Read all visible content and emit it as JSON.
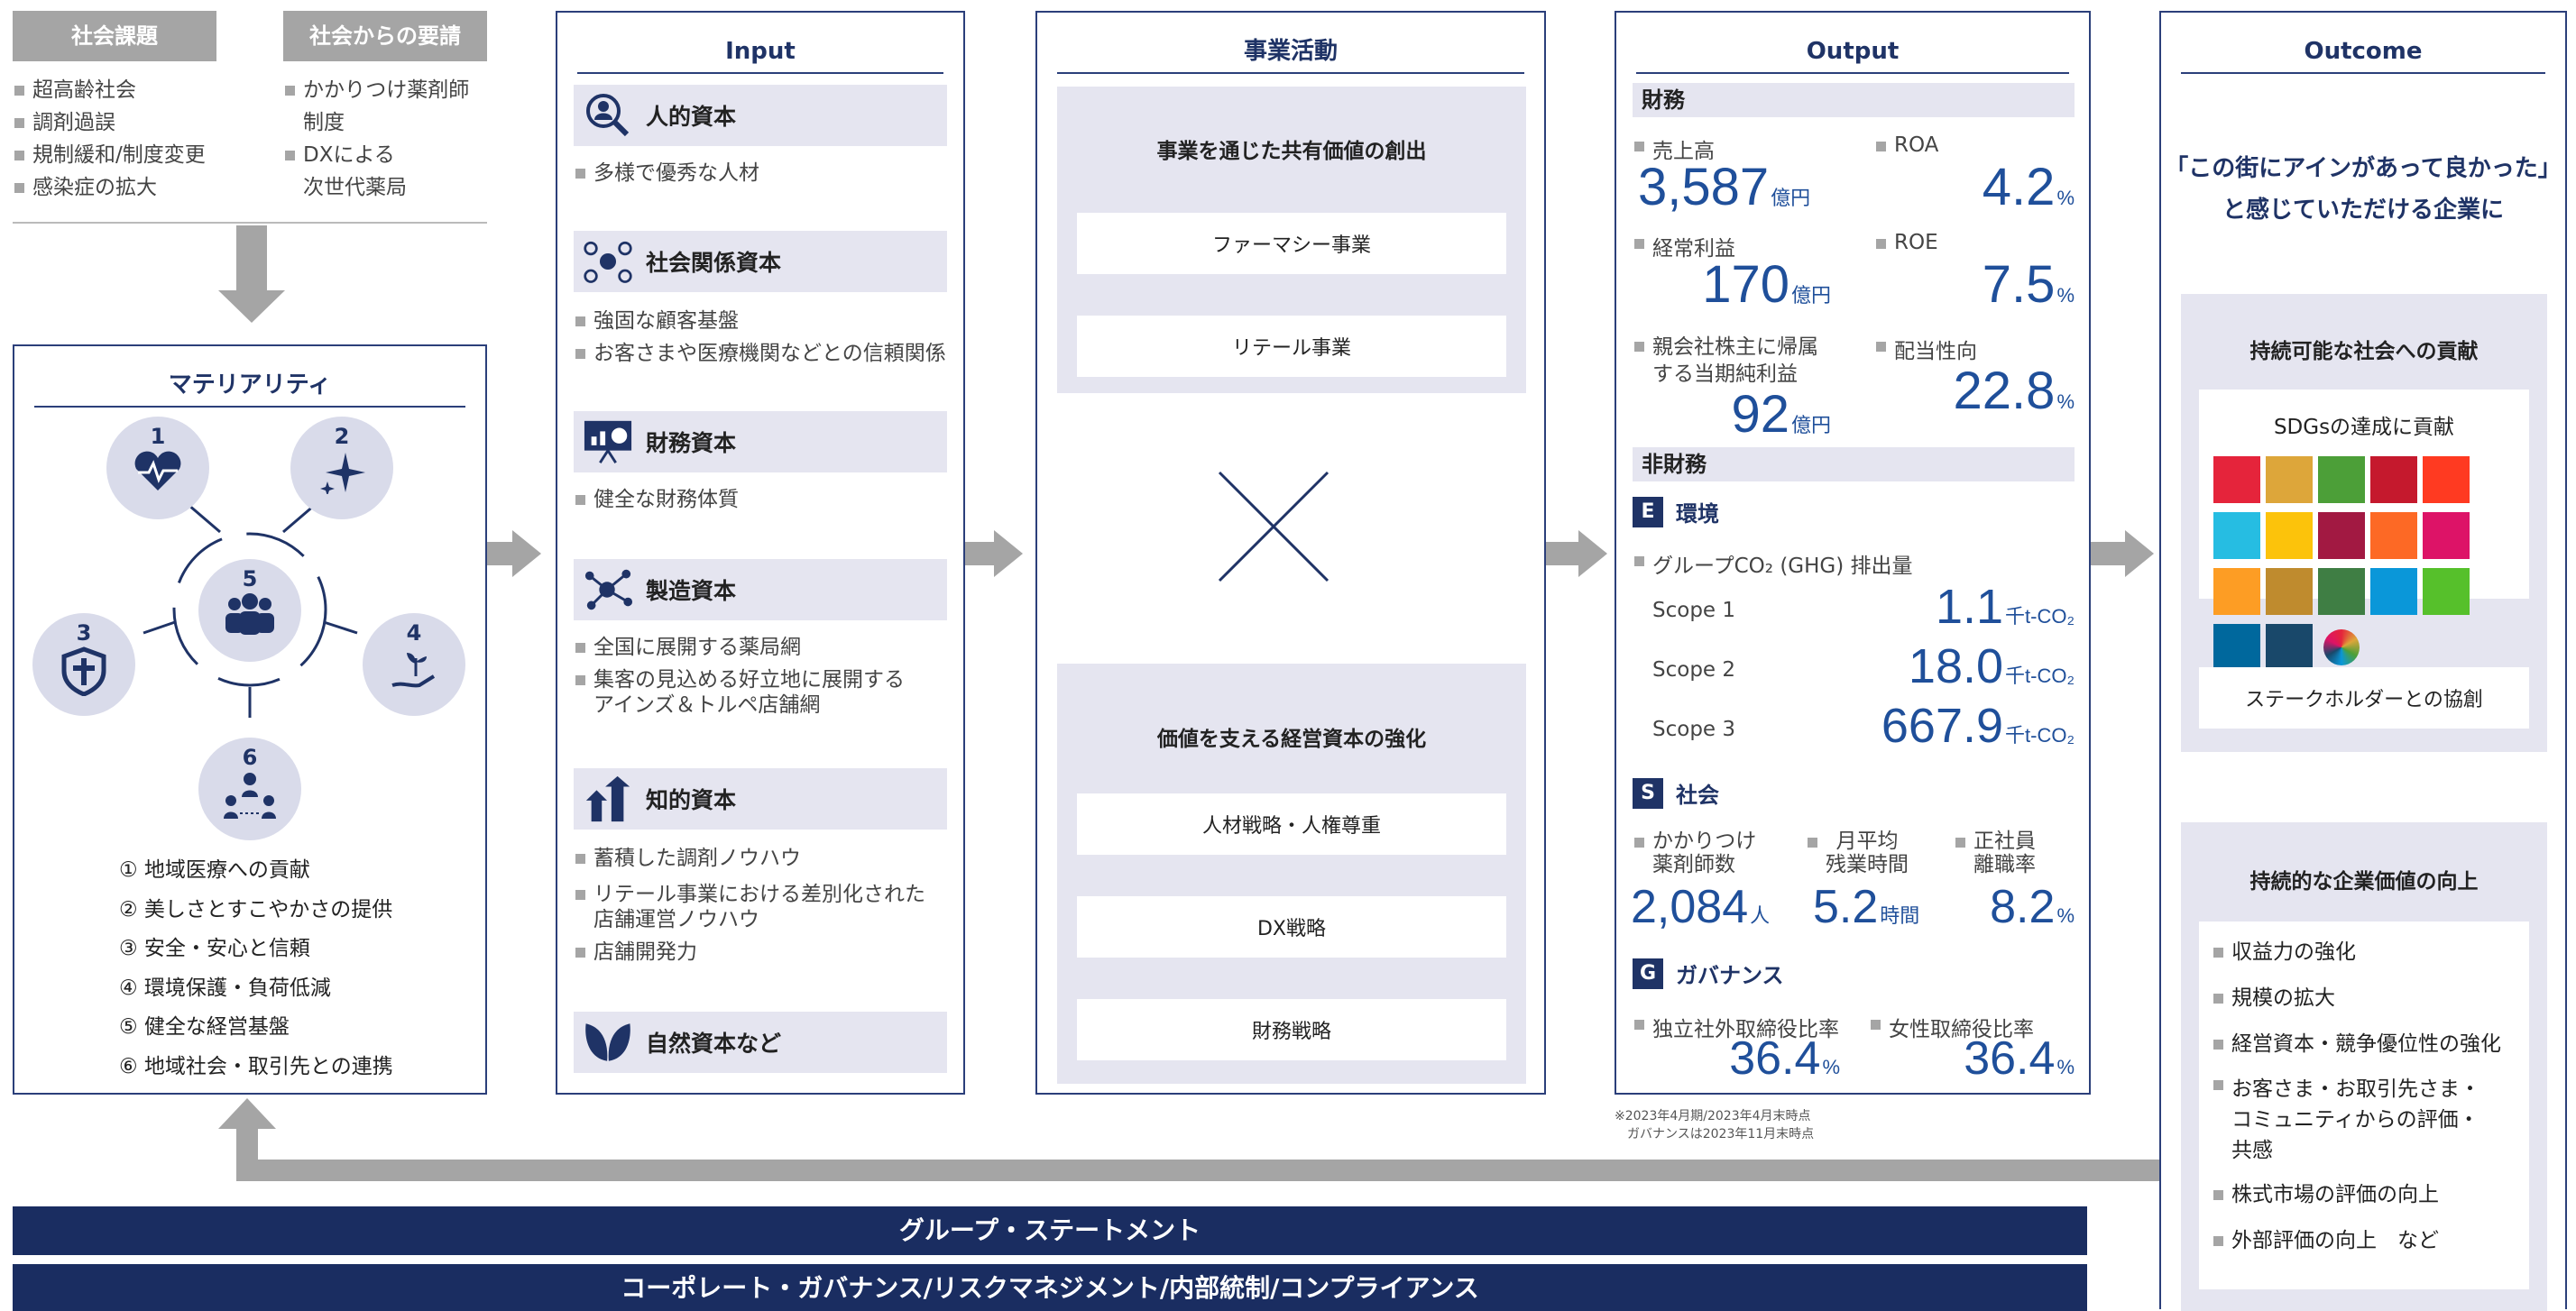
{
  "left": {
    "tab1": "社会課題",
    "tab2": "社会からの要請",
    "issues": [
      "超高齢社会",
      "調剤過誤",
      "規制緩和/制度変更",
      "感染症の拡大"
    ],
    "requests": [
      "かかりつけ薬剤師",
      "制度",
      "DXによる",
      "次世代薬局"
    ],
    "materiality_title": "マテリアリティ",
    "circle_numbers": [
      "1",
      "2",
      "3",
      "4",
      "5",
      "6"
    ],
    "items": [
      "① 地域医療への貢献",
      "② 美しさとすこやかさの提供",
      "③ 安全・安心と信頼",
      "④ 環境保護・負荷低減",
      "⑤ 健全な経営基盤",
      "⑥ 地域社会・取引先との連携"
    ]
  },
  "input": {
    "title": "Input",
    "capitals": [
      {
        "name": "人的資本",
        "icon": "person-magnify-icon",
        "bullets": [
          "多様で優秀な人材"
        ]
      },
      {
        "name": "社会関係資本",
        "icon": "network-people-icon",
        "bullets": [
          "強固な顧客基盤",
          "お客さまや医療機関などとの信頼関係"
        ]
      },
      {
        "name": "財務資本",
        "icon": "presentation-chart-icon",
        "bullets": [
          "健全な財務体質"
        ]
      },
      {
        "name": "製造資本",
        "icon": "molecule-network-icon",
        "bullets": [
          "全国に展開する薬局網",
          "集客の見込める好立地に展開する",
          "アインズ＆トルペ店舗網"
        ]
      },
      {
        "name": "知的資本",
        "icon": "growth-arrows-icon",
        "bullets": [
          "蓄積した調剤ノウハウ",
          "リテール事業における差別化された",
          "店舗運営ノウハウ",
          "店舗開発力"
        ]
      },
      {
        "name": "自然資本など",
        "icon": "leaves-icon",
        "bullets": []
      }
    ]
  },
  "business": {
    "title": "事業活動",
    "top_heading": "事業を通じた共有価値の創出",
    "top_boxes": [
      "ファーマシー事業",
      "リテール事業"
    ],
    "bottom_heading": "価値を支える経営資本の強化",
    "bottom_boxes": [
      "人材戦略・人権尊重",
      "DX戦略",
      "財務戦略"
    ]
  },
  "output": {
    "title": "Output",
    "finance_label": "財務",
    "sales_label": "売上高",
    "sales_value": "3,587",
    "sales_unit": "億円",
    "roa_label": "ROA",
    "roa_value": "4.2",
    "ordinary_label": "経常利益",
    "ordinary_value": "170",
    "ordinary_unit": "億円",
    "roe_label": "ROE",
    "roe_value": "7.5",
    "net_label_1": "親会社株主に帰属",
    "net_label_2": "する当期純利益",
    "net_value": "92",
    "net_unit": "億円",
    "payout_label": "配当性向",
    "payout_value": "22.8",
    "pct": "%",
    "nonfin_label": "非財務",
    "e_letter": "E",
    "e_label": "環境",
    "ghg_label": "グループCO₂ (GHG) 排出量",
    "scopes": [
      {
        "name": "Scope 1",
        "value": "1.1"
      },
      {
        "name": "Scope 2",
        "value": "18.0"
      },
      {
        "name": "Scope 3",
        "value": "667.9"
      }
    ],
    "scope_unit": "千t-CO₂",
    "s_letter": "S",
    "s_label": "社会",
    "s_items": [
      {
        "l1": "かかりつけ",
        "l2": "薬剤師数",
        "value": "2,084",
        "unit": "人"
      },
      {
        "l1": "月平均",
        "l2": "残業時間",
        "value": "5.2",
        "unit": "時間"
      },
      {
        "l1": "正社員",
        "l2": "離職率",
        "value": "8.2",
        "unit": "%"
      }
    ],
    "g_letter": "G",
    "g_label": "ガバナンス",
    "g_items": [
      {
        "label": "独立社外取締役比率",
        "value": "36.4"
      },
      {
        "label": "女性取締役比率",
        "value": "36.4"
      }
    ],
    "note_1": "※2023年4月期/2023年4月末時点",
    "note_2": "ガバナンスは2023年11月末時点"
  },
  "outcome": {
    "title": "Outcome",
    "statement_1": "「この街にアインがあって良かった」",
    "statement_2": "と感じていただける企業に",
    "box1_title": "持続可能な社会への貢献",
    "sdgs_label": "SDGsの達成に貢献",
    "stakeholder": "ステークホルダーとの協創",
    "box2_title": "持続的な企業価値の向上",
    "value_items": [
      "収益力の強化",
      "規模の拡大",
      "経営資本・競争優位性の強化",
      "お客さま・お取引先さま・",
      "株式市場の評価の向上",
      "外部評価の向上　など"
    ],
    "value_item4_cont": [
      "コミュニティからの評価・",
      "共感"
    ]
  },
  "bottom": {
    "statement": "グループ・ステートメント",
    "governance": "コーポレート・ガバナンス/リスクマネジメント/内部統制/コンプライアンス"
  },
  "sdg_colors": [
    "#e5243b",
    "#dda63a",
    "#4c9f38",
    "#c5192d",
    "#ff3a21",
    "#26bde2",
    "#fcc30b",
    "#a21942",
    "#fd6925",
    "#dd1367",
    "#fd9d24",
    "#bf8b2e",
    "#3f7e44",
    "#0a97d9",
    "#56c02b",
    "#00689d",
    "#19486a",
    "#ffffff"
  ]
}
